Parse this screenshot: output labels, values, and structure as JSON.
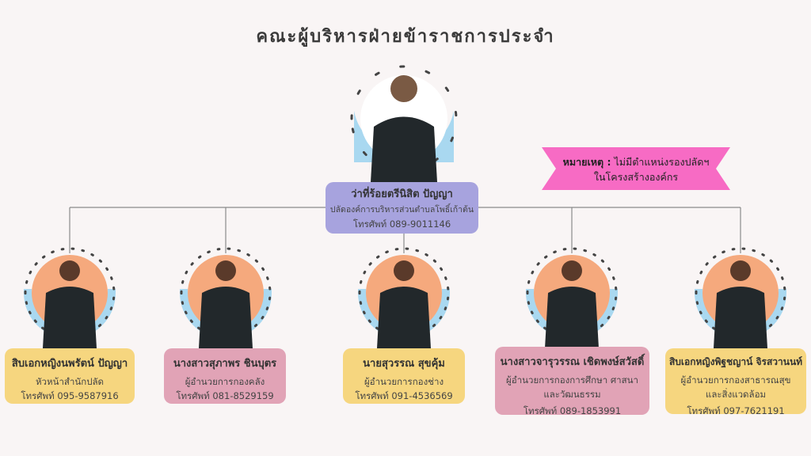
{
  "title": "คณะผู้บริหารฝ่ายข้าราชการประจำ",
  "note": {
    "label": "หมายเหตุ :",
    "line1": "ไม่มีตำแหน่งรองปลัดฯ",
    "line2": "ในโครงสร้างองค์กร",
    "color": "#f76bc4"
  },
  "head": {
    "name": "ว่าที่ร้อยตรีนิสิต ปัญญา",
    "position": "ปลัดองค์การบริหารส่วนตำบลโพธิ์เก้าต้น",
    "phone": "โทรศัพท์ 089-9011146"
  },
  "staff": [
    {
      "name": "สิบเอกหญิงนพรัตน์  ปัญญา",
      "position": [
        "หัวหน้าสำนักปลัด"
      ],
      "phone": "โทรศัพท์ 095-9587916"
    },
    {
      "name": "นางสาวสุภาพร ชินบุตร",
      "position": [
        "ผู้อำนวยการกองคลัง"
      ],
      "phone": "โทรศัพท์ 081-8529159"
    },
    {
      "name": "นายสุวรรณ  สุขคุ้ม",
      "position": [
        "ผู้อำนวยการกองช่าง"
      ],
      "phone": "โทรศัพท์ 091-4536569"
    },
    {
      "name": "นางสาวจารุวรรณ เชิดพงษ์สวัสดิ์",
      "position": [
        "ผู้อำนวยการกองการศึกษา ศาสนา",
        "และวัฒนธรรม"
      ],
      "phone": "โทรศัพท์ 089-1853991"
    },
    {
      "name": "สิบเอกหญิงพิฐชญาน์ จิรสวานนท์",
      "position": [
        "ผู้อำนวยการกองสาธารณสุข",
        "และสิ่งแวดล้อม"
      ],
      "phone": "โทรศัพท์ 097-7621191"
    }
  ]
}
